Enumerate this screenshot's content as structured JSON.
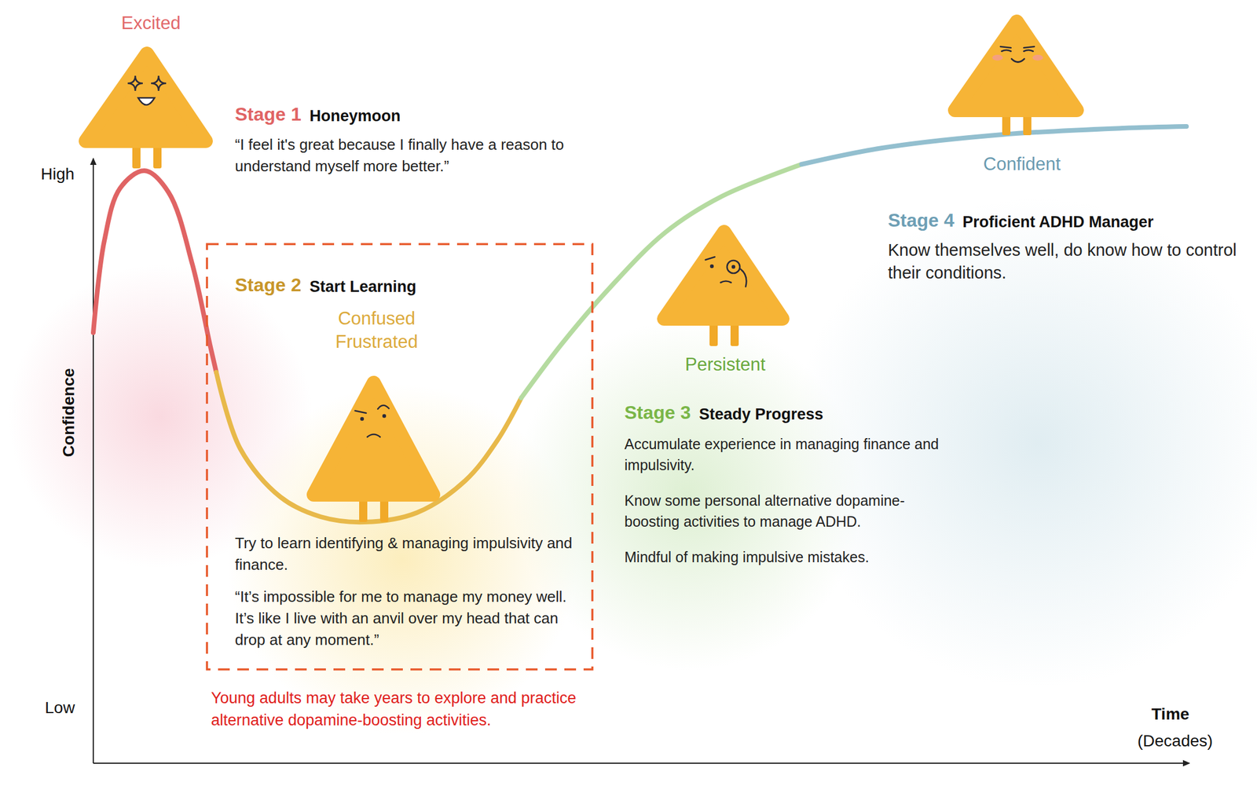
{
  "diagram": {
    "nodes": [
      {
        "text": [
          "Stage 2",
          "Start Learning",
          "Confused Frustrated",
          "Try to learn identifying & managing impulsivity and finance.",
          "“It’s impossible for me to manage my money well. It’s like I live with an anvil over my head that can drop at any moment.”"
        ]
      }
    ],
    "labels": [
      "Excited",
      "Stage 1",
      "Honeymoon",
      "“I feel it's great because I finally have a reason to understand myself more better.”",
      "High",
      "Confidence",
      "Low",
      "Young adults may take years to explore and practice alternative dopamine-boosting activities.",
      "Persistent",
      "Stage 3",
      "Steady Progress",
      "Accumulate experience in managing finance and impulsivity.",
      "Know some personal alternative dopamine-boosting activities to manage ADHD.",
      "Mindful of making impulsive mistakes.",
      "Confident",
      "Stage 4",
      "Proficient ADHD Manager",
      "Know themselves well, do know how to control their conditions.",
      "Time",
      "(Decades)"
    ]
  }
}
